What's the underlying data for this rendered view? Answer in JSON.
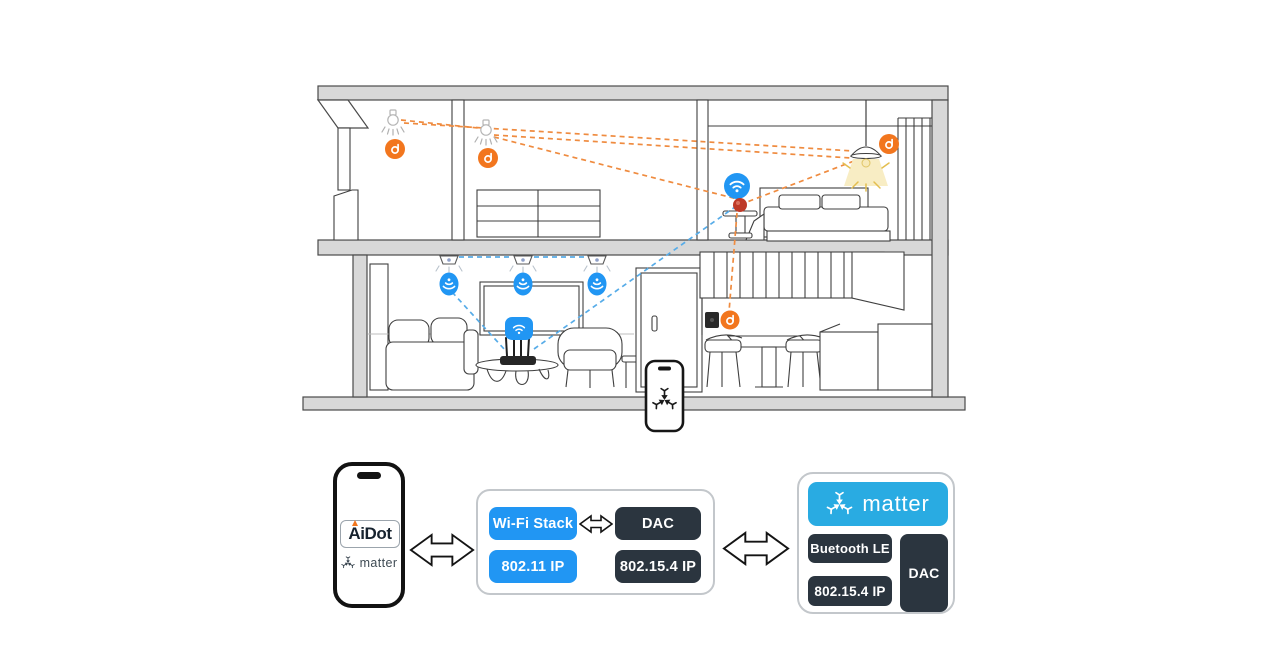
{
  "house": {
    "colors": {
      "thread_orange": "#F2761E",
      "wifi_blue": "#2196F3",
      "hub_red": "#BE3A28",
      "structure_gray": "#D8D8D8",
      "glow_yellow": "#F8EDC4"
    },
    "icons": [
      "thread-icon",
      "wifi-icon",
      "matter-icon",
      "lightbulb-icon",
      "ceiling-light-icon",
      "pendant-lamp-icon",
      "router-icon",
      "smart-switch-icon",
      "smartphone-icon"
    ]
  },
  "protocol": {
    "phone": {
      "app_label": "AiDot",
      "matter_label": "matter"
    },
    "controller_stack": {
      "wifi_stack": "Wi-Fi Stack",
      "dac": "DAC",
      "ip_80211": "802.11 IP",
      "ip_802154": "802.15.4 IP"
    },
    "device_stack": {
      "matter_label": "matter",
      "bluetooth_le": "Buetooth LE",
      "ip_802154": "802.15.4 IP",
      "dac": "DAC"
    },
    "colors": {
      "stack_blue": "#2196F3",
      "matter_blue": "#29ABE2",
      "stack_dark": "#2B353F"
    }
  }
}
